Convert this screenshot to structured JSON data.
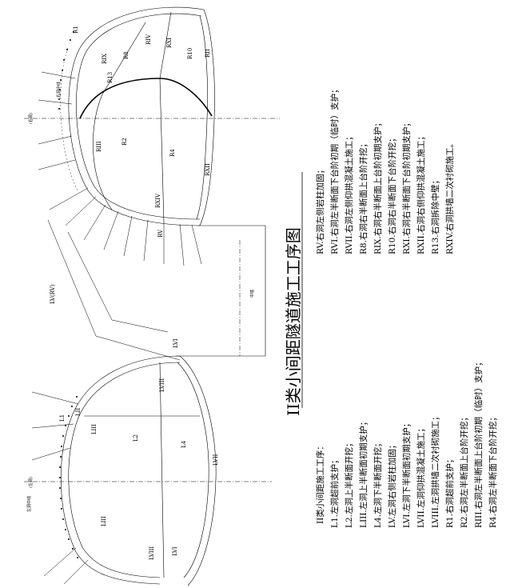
{
  "title": "II类小间距隧道施工工序图",
  "left_tunnel": {
    "labels": {
      "L1": "L1",
      "LII": "LII",
      "LIII": "LIII",
      "LVIII_top": "LVIII",
      "LVI_top": "LVI",
      "L2": "L2",
      "L4": "L4",
      "LVII": "LVII",
      "LIII_lower": "LIII",
      "LVIII_bottom": "LVIII",
      "LVI_bottom": "LVI",
      "LV_RV": "LV(RV)"
    },
    "side_label": "(左洞)",
    "center_label": "左洞中线"
  },
  "right_tunnel": {
    "labels": {
      "R1": "R1",
      "RIV": "RIV",
      "RXI": "RXI",
      "R10": "R10",
      "RII": "RII",
      "RIX": "RIX",
      "R8": "R8",
      "R13": "R13",
      "R2": "R2",
      "RIII": "RIII",
      "R4": "R4",
      "RXII": "RXII",
      "RXIV": "RXIV",
      "RV": "RV"
    },
    "side_label": "(右洞)",
    "center_label": "右洞中线"
  },
  "middle_label": "中墙",
  "steps_left": {
    "heading": "II类小间距施工工序：",
    "items": [
      "L1.左洞超前支护；",
      "L2.左洞上半断面开挖；",
      "LIII.左洞上半断面初期支护；",
      "L4.左洞下半断面开挖；",
      "LV.左洞右侧岩柱加固；",
      "LVI.左洞下半断面初期支护；",
      "LVII.左洞仰拱混凝土施工；",
      "LVIII.左洞拱墙二次衬砌施工；",
      "R1.右洞超前支护；",
      "R2.右洞左半断面上台阶开挖；",
      "RIII.右洞左半断面上台阶初期（临时）支护；",
      "R4.右洞左半断面下台阶开挖；"
    ]
  },
  "steps_right": {
    "items": [
      "RV.右洞左侧岩柱加固；",
      "RVI.右洞左半断面下台阶初期（临时）支护；",
      "RVII.右洞左侧仰拱混凝土施工；",
      "R8.右洞右半断面上台阶开挖；",
      "RIX.右洞右半断面上台阶初期支护；",
      "R10.右洞右半断面下台阶开挖；",
      "RXI.右洞右半断面下台阶初期支护；",
      "RXII.右洞右侧仰拱混凝土施工；",
      "R13.右洞拆除中壁；",
      "RXIV.右洞拱墙二次衬砌施工。"
    ]
  }
}
